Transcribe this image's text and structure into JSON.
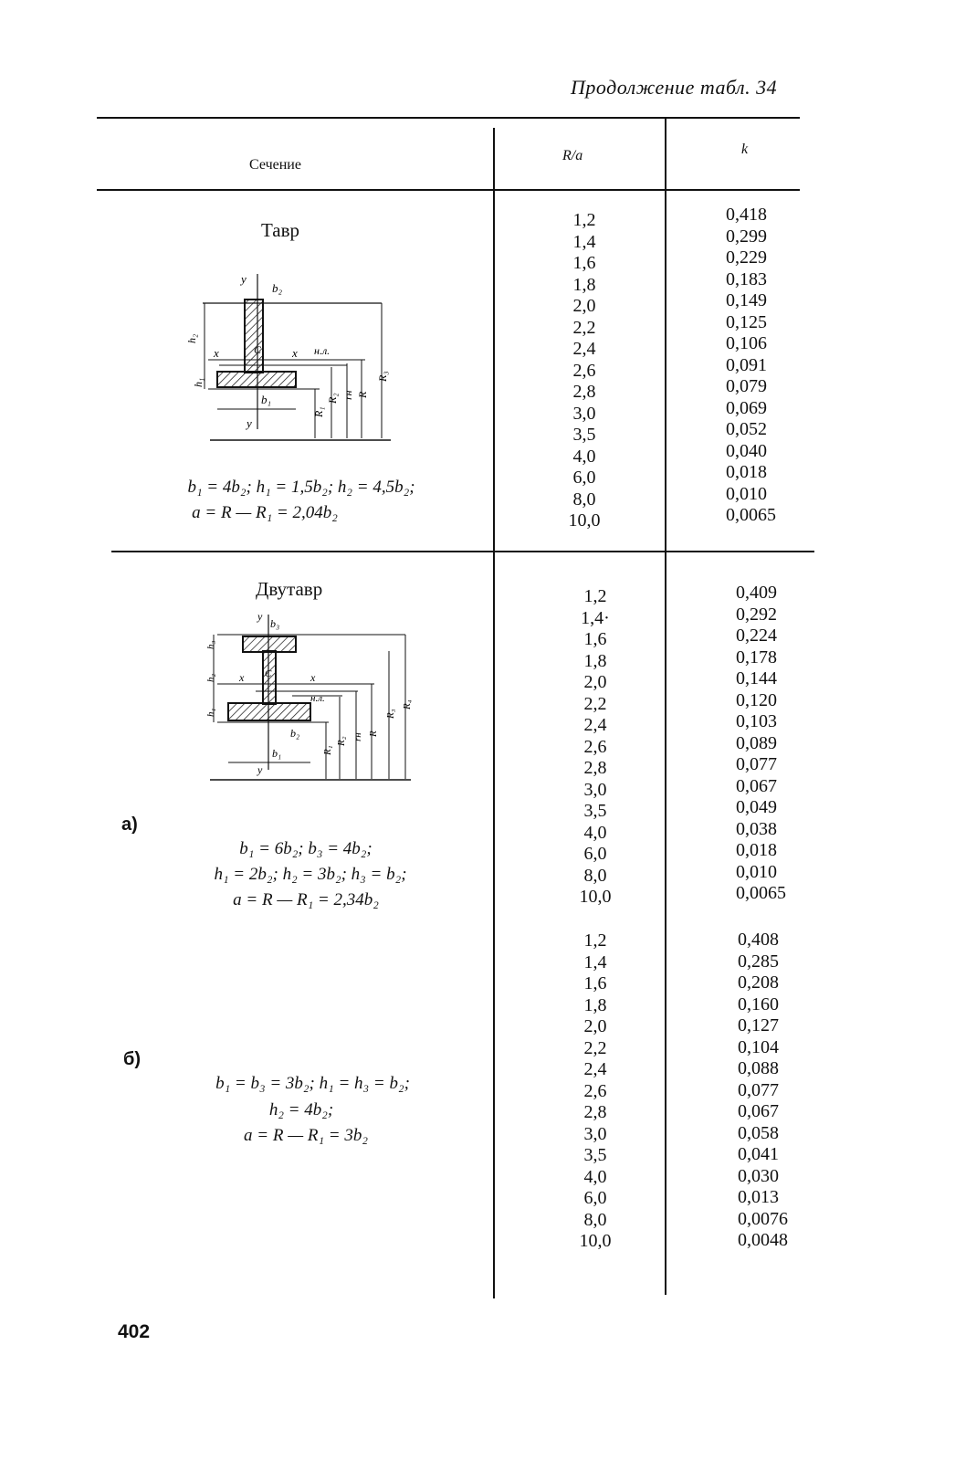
{
  "header": {
    "continuation": "Продолжение табл. 34"
  },
  "columns": {
    "section": "Сечение",
    "r_over_a": "R/a",
    "k": "k"
  },
  "sections": [
    {
      "title": "Тавр",
      "formula_lines": [
        "b₁ = 4b₂;  h₁ = 1,5b₂;  h₂ = 4,5b₂;",
        "a = R — R₁ = 2,04b₂"
      ],
      "diagram_labels": [
        "y",
        "b₂",
        "h₂",
        "x",
        "x",
        "н.л.",
        "C",
        "h₁",
        "b₁",
        "y",
        "R₁",
        "R₂",
        "rн",
        "R",
        "R₃"
      ],
      "r_values": [
        "1,2",
        "1,4",
        "1,6",
        "1,8",
        "2,0",
        "2,2",
        "2,4",
        "2,6",
        "2,8",
        "3,0",
        "3,5",
        "4,0",
        "6,0",
        "8,0",
        "10,0"
      ],
      "k_values": [
        "0,418",
        "0,299",
        "0,229",
        "0,183",
        "0,149",
        "0,125",
        "0,106",
        "0,091",
        "0,079",
        "0,069",
        "0,052",
        "0,040",
        "0,018",
        "0,010",
        "0,0065"
      ]
    },
    {
      "title": "Двутавр",
      "variant": "а)",
      "formula_lines": [
        "b₁ = 6b₂;   b₃ = 4b₂;",
        "h₁ = 2b₂;   h₂ = 3b₂;   h₃ = b₂;",
        "a = R — R₁ = 2,34b₂"
      ],
      "diagram_labels": [
        "y",
        "b₃",
        "h₃",
        "h₂",
        "x",
        "x",
        "C",
        "н.л.",
        "h₁",
        "b₂",
        "b₁",
        "y",
        "R₁",
        "R₂",
        "rн",
        "R",
        "R₃",
        "R₄"
      ],
      "r_values": [
        "1,2",
        "1,4·",
        "1,6",
        "1,8",
        "2,0",
        "2,2",
        "2,4",
        "2,6",
        "2,8",
        "3,0",
        "3,5",
        "4,0",
        "6,0",
        "8,0",
        "10,0"
      ],
      "k_values": [
        "0,409",
        "0,292",
        "0,224",
        "0,178",
        "0,144",
        "0,120",
        "0,103",
        "0,089",
        "0,077",
        "0,067",
        "0,049",
        "0,038",
        "0,018",
        "0,010",
        "0,0065"
      ]
    },
    {
      "variant": "б)",
      "formula_lines": [
        "b₁ = b₃ = 3b₂;   h₁ = h₃ = b₂;",
        "h₂ = 4b₂;",
        "a = R — R₁ = 3b₂"
      ],
      "r_values": [
        "1,2",
        "1,4",
        "1,6",
        "1,8",
        "2,0",
        "2,2",
        "2,4",
        "2,6",
        "2,8",
        "3,0",
        "3,5",
        "4,0",
        "6,0",
        "8,0",
        "10,0"
      ],
      "k_values": [
        "0,408",
        "0,285",
        "0,208",
        "0,160",
        "0,127",
        "0,104",
        "0,088",
        "0,077",
        "0,067",
        "0,058",
        "0,041",
        "0,030",
        "0,013",
        "0,0076",
        "0,0048"
      ]
    }
  ],
  "page_number": "402"
}
